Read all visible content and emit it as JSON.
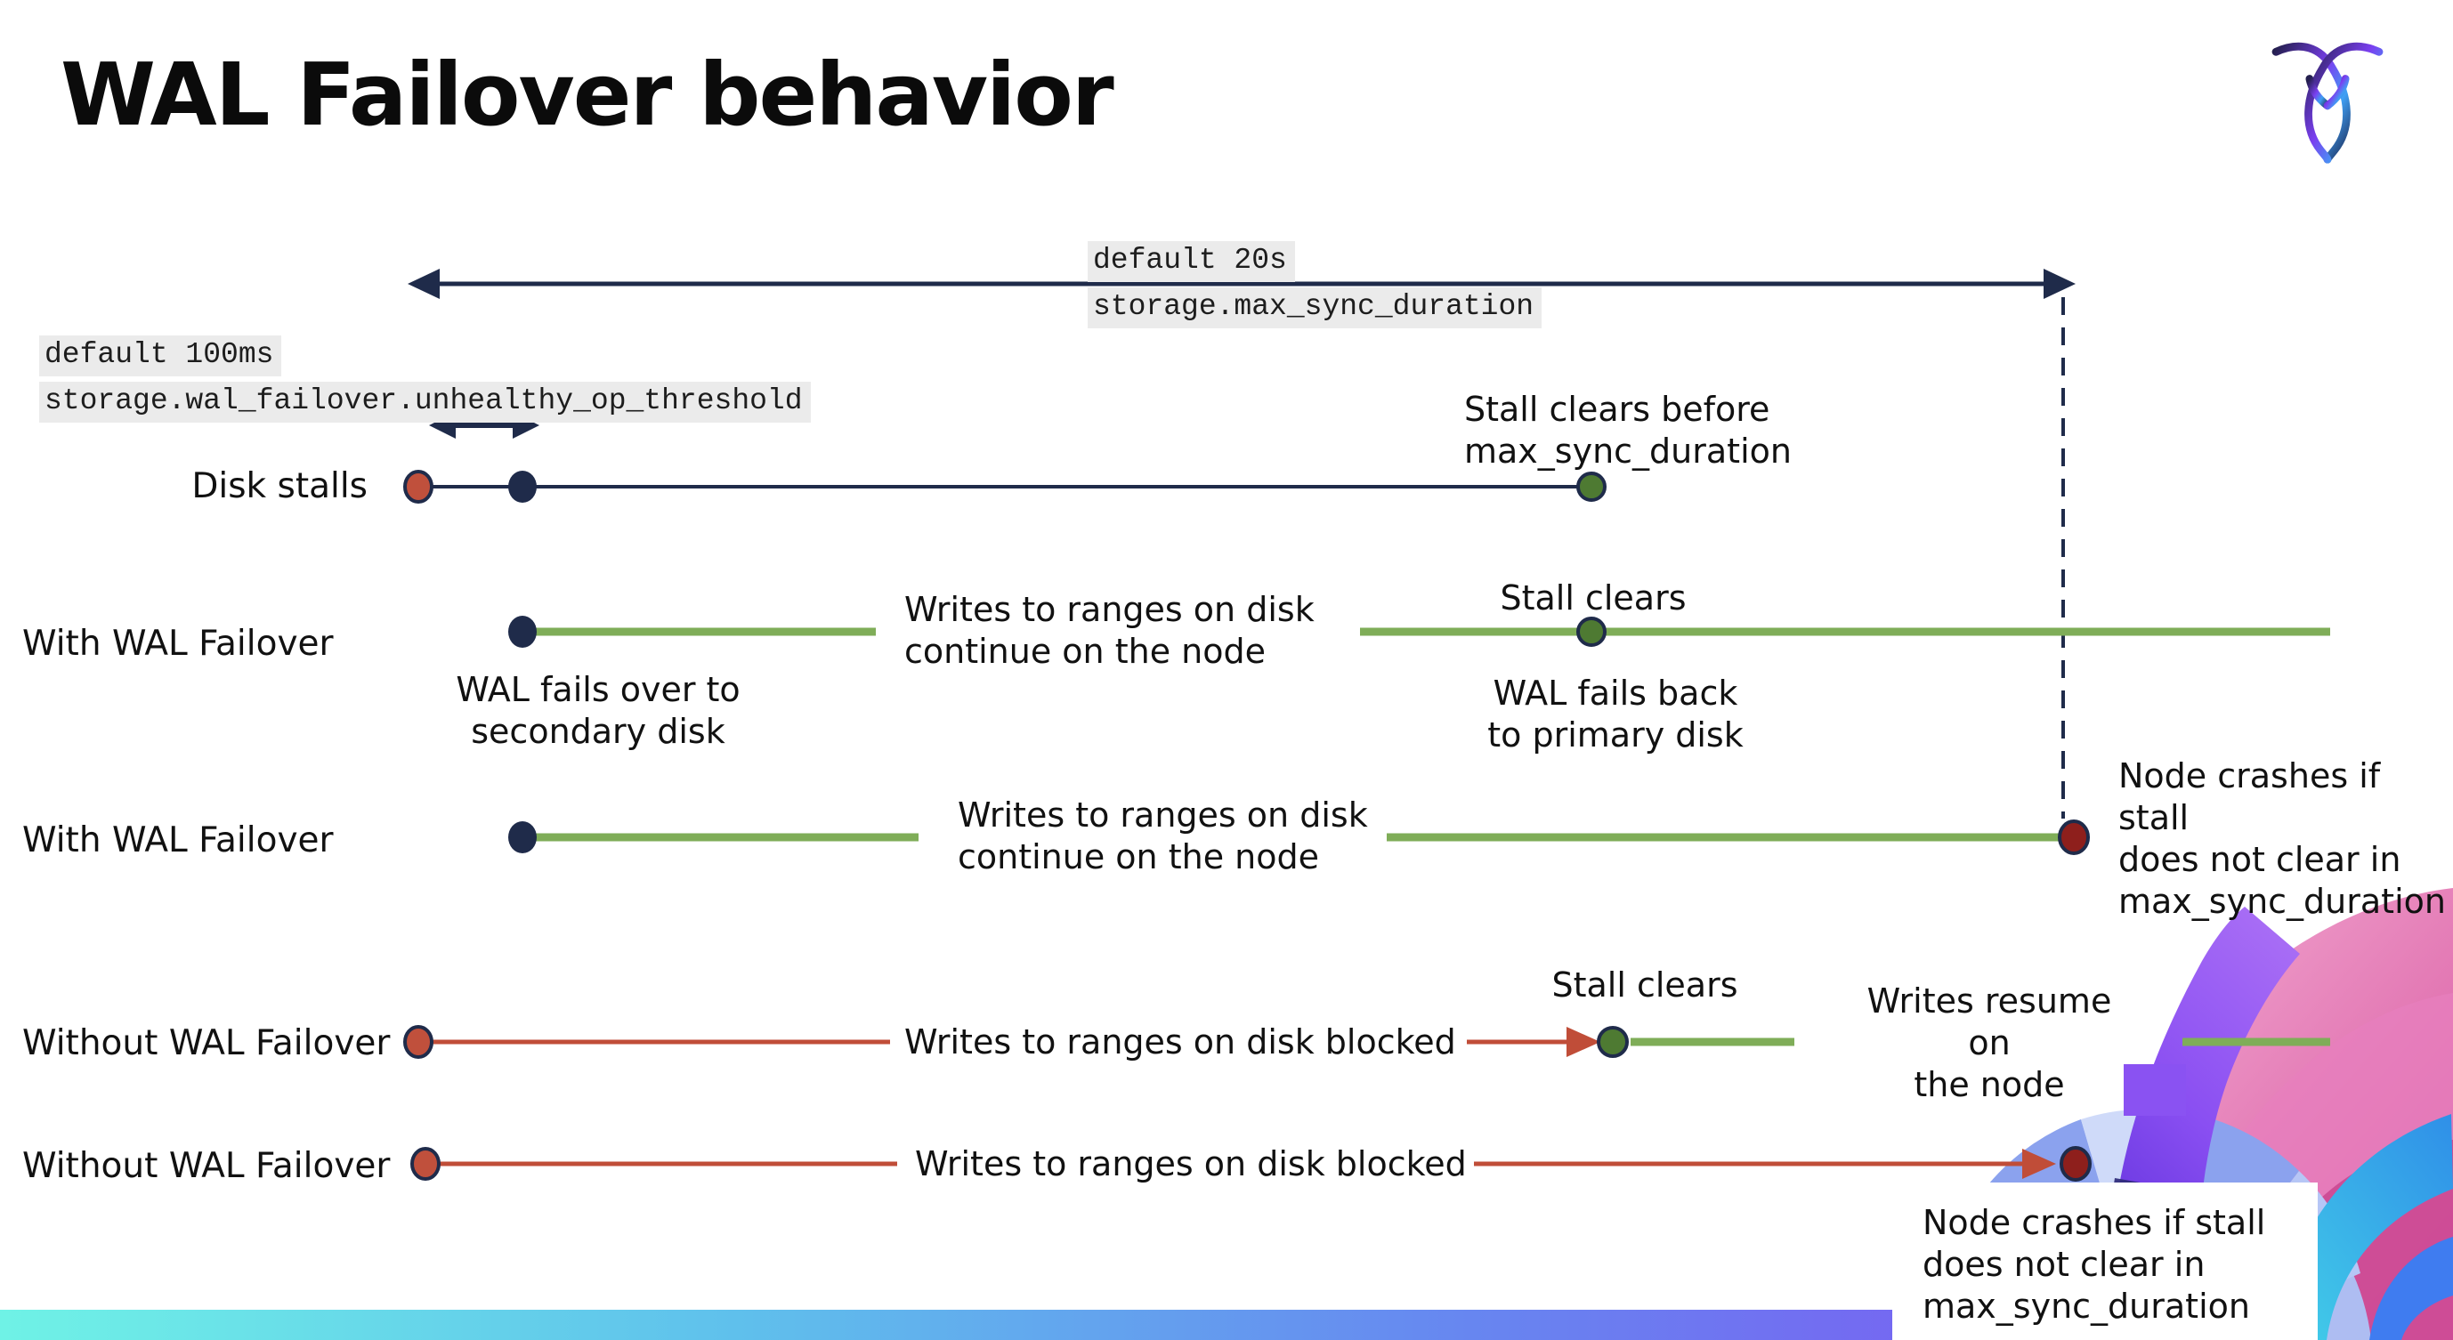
{
  "page": {
    "title": "WAL Failover behavior"
  },
  "logo": {
    "name": "cockroachdb-mark"
  },
  "config_labels": {
    "max_sync_duration": {
      "default": "default 20s",
      "setting": "storage.max_sync_duration"
    },
    "unhealthy_op_threshold": {
      "default": "default 100ms",
      "setting": "storage.wal_failover.unhealthy_op_threshold"
    }
  },
  "rows": {
    "disk_stalls": {
      "label": "Disk stalls",
      "stall_clears_note": "Stall clears before\nmax_sync_duration"
    },
    "with_failover_1": {
      "label": "With WAL Failover",
      "failover_note": "WAL fails over to\nsecondary disk",
      "writes_note": "Writes to ranges on disk\ncontinue on the node",
      "stall_clears": "Stall clears",
      "failback_note": "WAL fails  back\nto primary disk"
    },
    "with_failover_2": {
      "label": "With WAL Failover",
      "writes_note": "Writes to ranges on disk\ncontinue on the node",
      "crash_note": "Node crashes if stall\ndoes not clear in\nmax_sync_duration"
    },
    "without_failover_1": {
      "label": "Without WAL Failover",
      "blocked_note": "Writes to ranges on disk  blocked",
      "stall_clears": "Stall clears",
      "resume_note": "Writes resume on\nthe node"
    },
    "without_failover_2": {
      "label": "Without WAL Failover",
      "blocked_note": "Writes to ranges on disk  blocked",
      "crash_note": "Node crashes if stall\ndoes not clear in\nmax_sync_duration"
    }
  },
  "colors": {
    "navy": "#1f2b4a",
    "green_line": "#7fad58",
    "green_dot": "#4e7a32",
    "red": "#c0503c",
    "red_line": "#c04d38",
    "dark_red": "#8e1f1c",
    "code_highlight": "#ebebeb",
    "footer_gradient": [
      "#6ff2e6",
      "#5fc0ec",
      "#6786f0",
      "#8756f3"
    ]
  }
}
